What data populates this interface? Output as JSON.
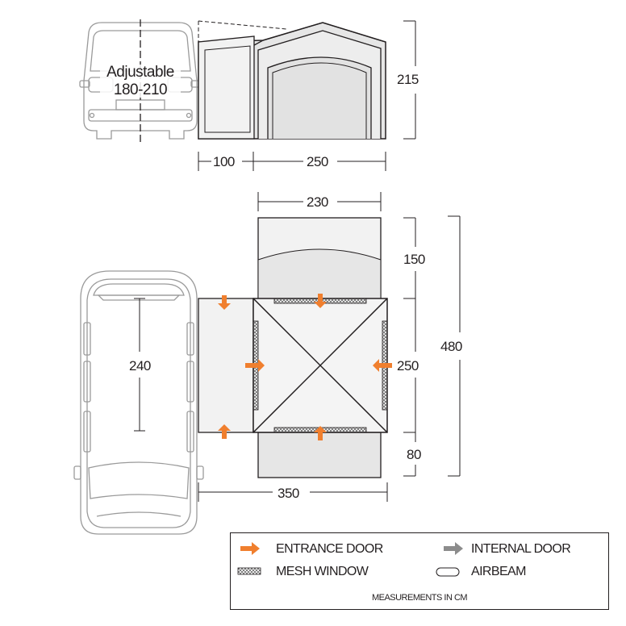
{
  "side_view": {
    "vehicle_height_label_line1": "Adjustable",
    "vehicle_height_label_line2": "180-210",
    "height": "215",
    "annex_width": "100",
    "main_width": "250"
  },
  "floor_plan": {
    "bedroom_width": "230",
    "bedroom_depth": "150",
    "main_depth": "250",
    "porch_depth": "80",
    "total_length": "480",
    "total_width": "350",
    "vehicle_length": "240"
  },
  "legend": {
    "entrance_door": "ENTRANCE DOOR",
    "internal_door": "INTERNAL DOOR",
    "mesh_window": "MESH WINDOW",
    "airbeam": "AIRBEAM",
    "note": "MEASUREMENTS IN CM"
  },
  "colors": {
    "entrance_arrow": "#f07f2e",
    "internal_arrow": "#8c8c8c",
    "line": "#231f20",
    "vehicle_line": "#9a9a9a",
    "fill_light": "#f2f2f2",
    "fill_mid": "#e6e6e6"
  }
}
